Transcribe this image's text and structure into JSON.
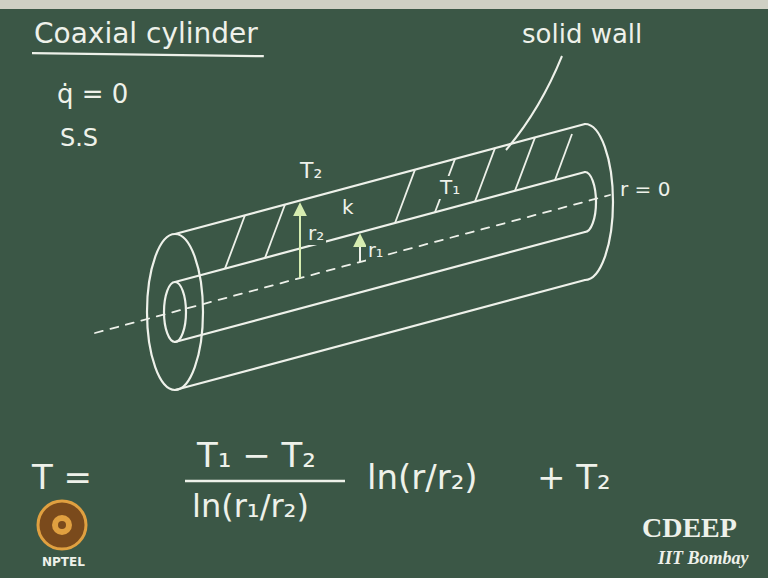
{
  "diagram": {
    "title": "Coaxial cylinder",
    "labels": [
      "q̇ = 0",
      "S.S",
      "solid wall",
      "T₂",
      "r₂",
      "k",
      "T₁",
      "r₁",
      "r = 0",
      "T =",
      "T₁ − T₂",
      "ln(r₁/r₂)",
      "ln(r/r₂)",
      "+ T₂",
      "CDEEP",
      "IIT Bombay",
      "NPTEL"
    ]
  }
}
